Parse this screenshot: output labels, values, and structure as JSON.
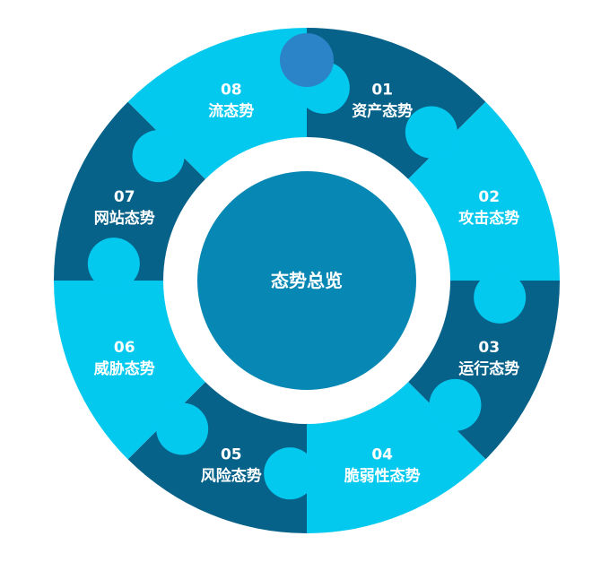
{
  "colors": {
    "dark": "#07628A",
    "light": "#03C9EF",
    "center": "#0787B3",
    "tab_knob": "#2B83C8",
    "background": "#FFFFFF"
  },
  "center": {
    "label": "态势总览"
  },
  "segments": [
    {
      "number": "01",
      "label": "资产态势",
      "tone": "dark"
    },
    {
      "number": "02",
      "label": "攻击态势",
      "tone": "light"
    },
    {
      "number": "03",
      "label": "运行态势",
      "tone": "dark"
    },
    {
      "number": "04",
      "label": "脆弱性态势",
      "tone": "light"
    },
    {
      "number": "05",
      "label": "风险态势",
      "tone": "dark"
    },
    {
      "number": "06",
      "label": "威胁态势",
      "tone": "light"
    },
    {
      "number": "07",
      "label": "网站态势",
      "tone": "dark"
    },
    {
      "number": "08",
      "label": "流态势",
      "tone": "light"
    }
  ]
}
